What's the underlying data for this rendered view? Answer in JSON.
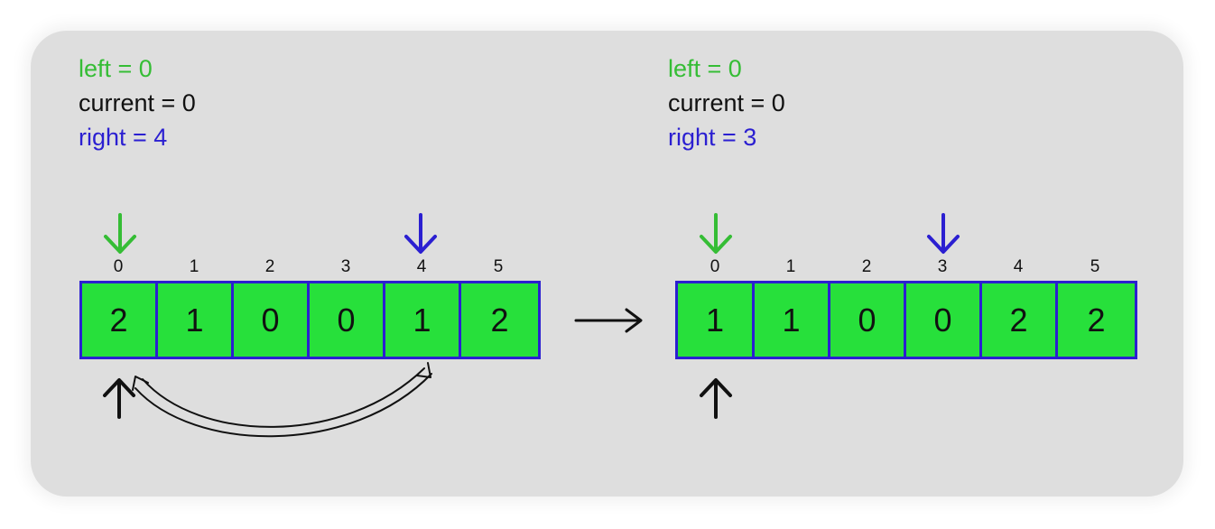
{
  "before": {
    "vars": {
      "left": "left = 0",
      "current": "current = 0",
      "right": "right = 4"
    },
    "indices": [
      "0",
      "1",
      "2",
      "3",
      "4",
      "5"
    ],
    "values": [
      "2",
      "1",
      "0",
      "0",
      "1",
      "2"
    ],
    "left_pointer_index": 0,
    "right_pointer_index": 4,
    "current_pointer_index": 0,
    "swap": [
      0,
      4
    ]
  },
  "after": {
    "vars": {
      "left": "left = 0",
      "current": "current = 0",
      "right": "right = 3"
    },
    "indices": [
      "0",
      "1",
      "2",
      "3",
      "4",
      "5"
    ],
    "values": [
      "1",
      "1",
      "0",
      "0",
      "2",
      "2"
    ],
    "left_pointer_index": 0,
    "right_pointer_index": 3,
    "current_pointer_index": 0
  },
  "colors": {
    "left": "#35bd35",
    "current": "#111111",
    "right": "#2b1fd1",
    "cell_fill": "#27e03b",
    "cell_border": "#2b1fd1"
  }
}
